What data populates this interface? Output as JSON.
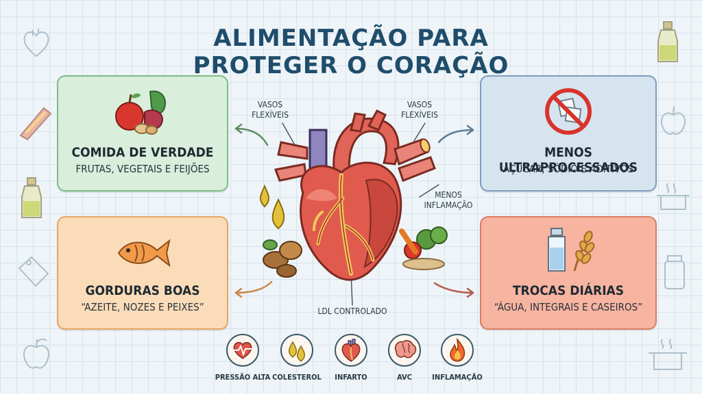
{
  "title": {
    "line1": "ALIMENTAÇÃO PARA",
    "line2": "PROTEGER O CORAÇÃO"
  },
  "cards": {
    "real_food": {
      "heading": "COMIDA DE VERDADE",
      "sub": "FRUTAS, VEGETAIS E FEIJÕES"
    },
    "less_processed": {
      "heading": "MENOS ULTRAPROCESSADOS",
      "sub": "AÇÚCAR, SÓDIO E ADITIVOS"
    },
    "good_fats": {
      "heading": "GORDURAS BOAS",
      "sub": "“AZEITE, NOZES E PEIXES”"
    },
    "daily_swaps": {
      "heading": "TROCAS DIÁRIAS",
      "sub": "“ÁGUA, INTEGRAIS E CASEIROS”"
    }
  },
  "labels": {
    "vessels_left_1": "VASOS",
    "vessels_left_2": "FLEXÍVEIS",
    "vessels_right_1": "VASOS",
    "vessels_right_2": "FLEXÍVEIS",
    "inflammation_1": "MENOS",
    "inflammation_2": "INFLAMAÇÃO",
    "ldl": "LDL CONTROLADO"
  },
  "bottom_icons": [
    {
      "label": "PRESSÃO ALTA",
      "icon": "heart-pulse-icon"
    },
    {
      "label": "COLESTEROL",
      "icon": "oil-drops-icon"
    },
    {
      "label": "INFARTO",
      "icon": "heart-icon"
    },
    {
      "label": "AVC",
      "icon": "brain-icon"
    },
    {
      "label": "INFLAMAÇÃO",
      "icon": "flame-icon"
    }
  ],
  "colors": {
    "title": "#1f4d6b",
    "green": "#d9eedb",
    "blue": "#d6e4f0",
    "orange": "#fbdcb8",
    "red": "#f7b4a0"
  }
}
